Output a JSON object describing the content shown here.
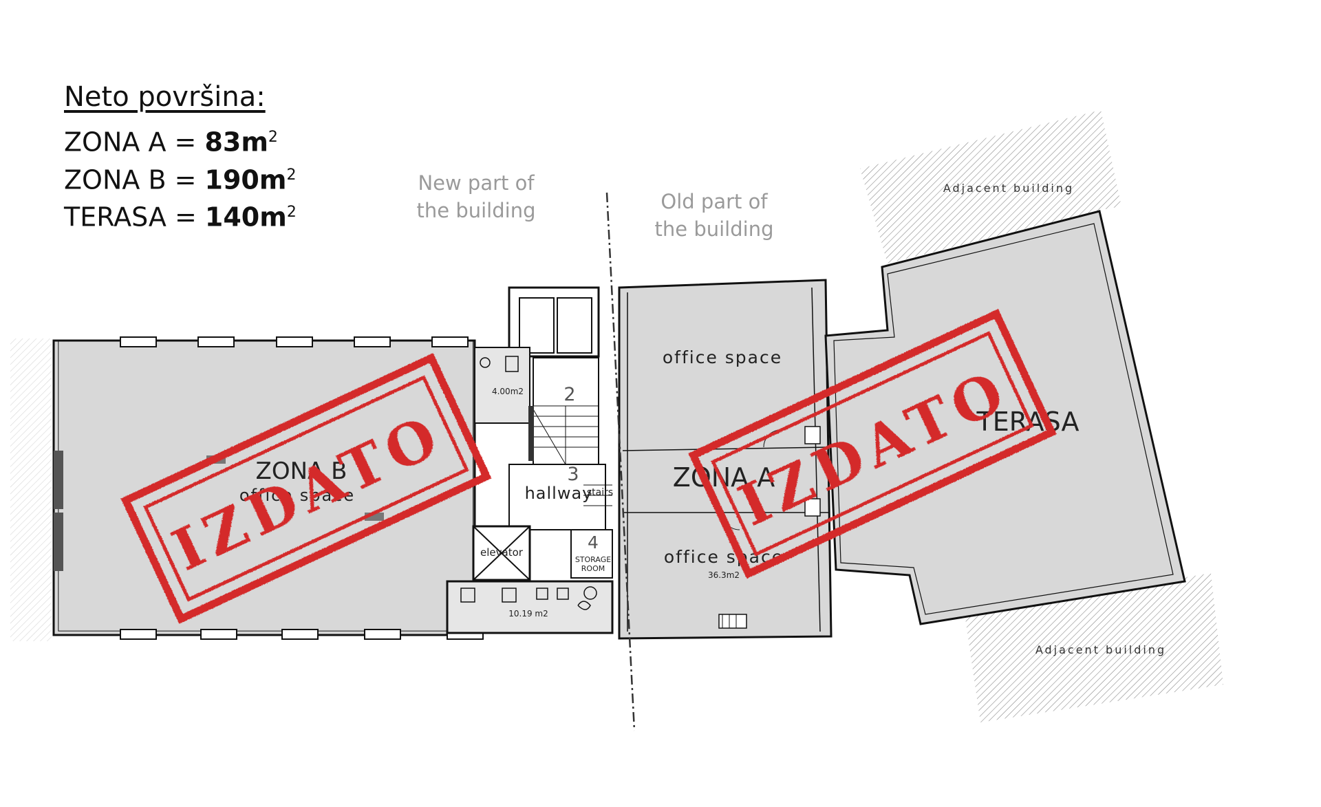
{
  "legend": {
    "heading": "Neto površina:",
    "items": [
      {
        "label": "ZONA A = ",
        "value": "83m",
        "unit_sup": "2"
      },
      {
        "label": "ZONA B = ",
        "value": "190m",
        "unit_sup": "2"
      },
      {
        "label": "TERASA = ",
        "value": "140m",
        "unit_sup": "2"
      }
    ]
  },
  "annotations": {
    "new_part": [
      "New part of",
      "the building"
    ],
    "old_part": [
      "Old part of",
      "the building"
    ],
    "adjacent_top": "Adjacent building",
    "adjacent_bottom": "Adjacent building"
  },
  "rooms": {
    "zona_b": "ZONA B",
    "zona_b_sub": "office space",
    "zona_a": "ZONA A",
    "office_top": "office space",
    "office_bottom": "office space",
    "office_bottom_area": "36.3m2",
    "terasa": "TERASA",
    "wc_area": "4.00m2",
    "num_2": "2",
    "num_3": "3",
    "hallway": "hallway",
    "stairs": "stairs",
    "num_4": "4",
    "storage_1": "STORAGE",
    "storage_2": "ROOM",
    "elevator": "elevator",
    "kitchen_area": "10.19 m2"
  },
  "stamps": {
    "left": "IZDATO",
    "right": "IZDATO"
  },
  "colors": {
    "floor": "#d8d8d8",
    "wall": "#111111",
    "stamp": "#d42a2a",
    "annotation": "#9a9a9a"
  }
}
